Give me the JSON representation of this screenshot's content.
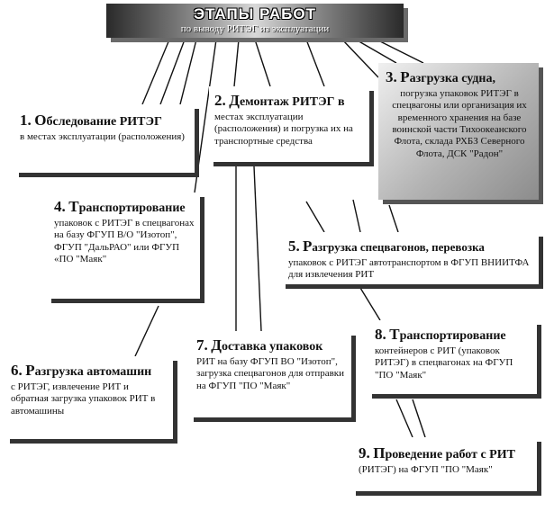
{
  "header": {
    "title": "ЭТАПЫ РАБОТ",
    "subtitle": "по выводу РИТЭГ из эксплуатации"
  },
  "stages": [
    {
      "num": "1.",
      "cap": "О",
      "rest": "бследование РИТЭГ",
      "text": "в местах эксплуатации (расположения)"
    },
    {
      "num": "2.",
      "cap": "Д",
      "rest": "емонтаж РИТЭГ в",
      "text": "местах эксплуатации (расположения) и погрузка их на транспортные средства"
    },
    {
      "num": "3.",
      "cap": "Р",
      "rest": "азгрузка судна,",
      "text": "погрузка упаковок РИТЭГ в спецвагоны или организация их временного хранения на базе воинской части Тихоокеанского Флота, склада РХБЗ Северного Флота, ДСК \"Радон\""
    },
    {
      "num": "4.",
      "cap": "Т",
      "rest": "ранспортирование",
      "text": "упаковок с РИТЭГ в спецвагонах на базу ФГУП В/О \"Изотоп\", ФГУП \"ДальРАО\" или ФГУП «ПО \"Маяк\""
    },
    {
      "num": "5.",
      "cap": "Р",
      "rest": "азгрузка спецвагонов, перевозка",
      "text": "упаковок с РИТЭГ автотранспортом в ФГУП ВНИИТФА для извлечения РИТ"
    },
    {
      "num": "6.",
      "cap": "Р",
      "rest": "азгрузка автомашин",
      "text": "с РИТЭГ, извлечение РИТ и обратная загрузка упаковок РИТ в автомашины"
    },
    {
      "num": "7.",
      "cap": "Д",
      "rest": "оставка упаковок",
      "text": "РИТ на базу ФГУП ВО \"Изотоп\", загрузка спецвагонов для отправки на ФГУП \"ПО \"Маяк\""
    },
    {
      "num": "8.",
      "cap": "Т",
      "rest": "ранспортирование",
      "text": "контейнеров с РИТ (упаковок РИТЭГ) в спецвагонах на ФГУП \"ПО \"Маяк\""
    },
    {
      "num": "9.",
      "cap": "П",
      "rest": "роведение работ с РИТ",
      "text": "(РИТЭГ) на ФГУП \"ПО \"Маяк\""
    }
  ]
}
